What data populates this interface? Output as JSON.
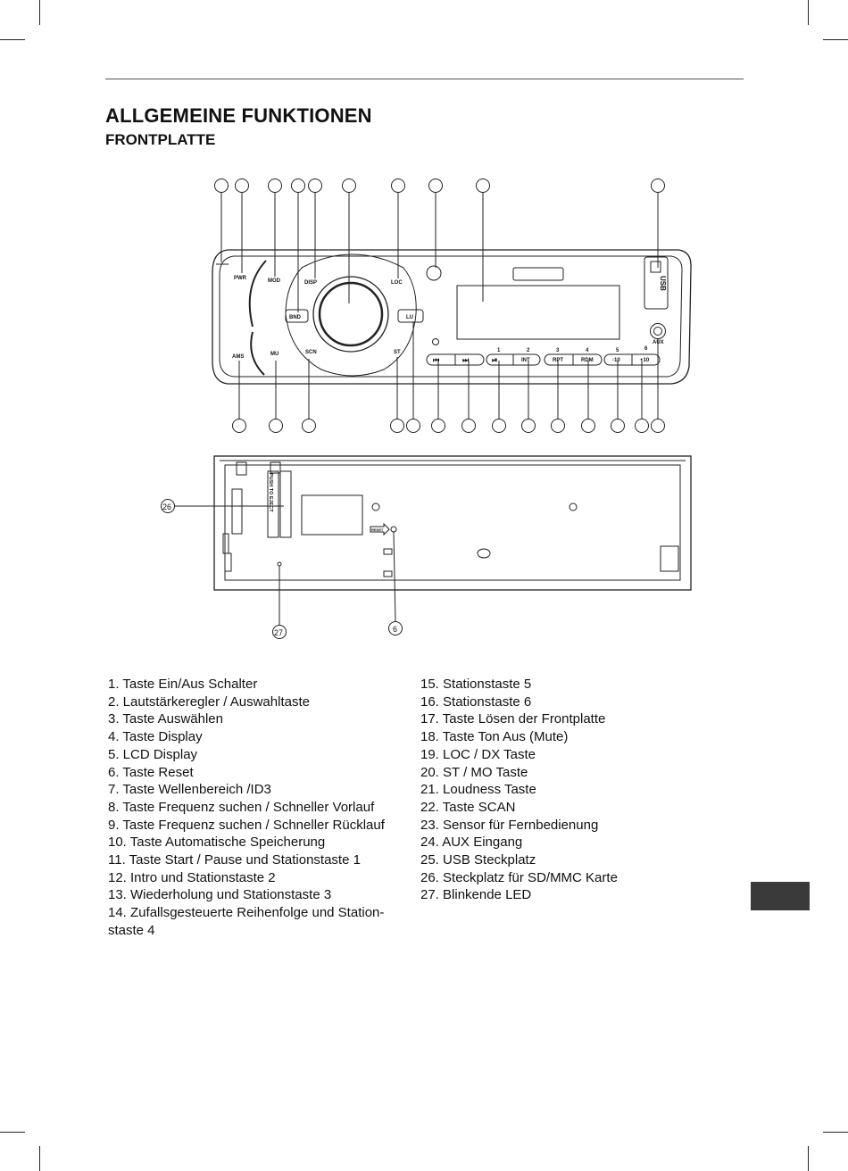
{
  "heading": {
    "title": "ALLGEMEINE FUNKTIONEN",
    "subtitle": "FRONTPLATTE"
  },
  "front_panel": {
    "button_labels": {
      "pwr": "PWR",
      "mod": "MOD",
      "disp": "DISP",
      "loc": "LOC",
      "bnd": "BND",
      "lu": "LU",
      "ams": "AMS",
      "mu": "MU",
      "scn": "SCN",
      "st": "ST",
      "usb": "USB",
      "aux": "AUX",
      "int": "INT",
      "rpt": "RPT",
      "rdm": "RDM",
      "minus10": "-10",
      "plus10": "+10",
      "prev": "⏮",
      "next": "⏭",
      "playpause": "⏯"
    },
    "preset_numbers": [
      "1",
      "2",
      "3",
      "4",
      "5",
      "6"
    ]
  },
  "back_panel": {
    "callouts": [
      "26",
      "27",
      "6"
    ],
    "slot_text": "PUSH TO EJECT",
    "reset_text": "RESET"
  },
  "legend": {
    "left": [
      "1. Taste Ein/Aus Schalter",
      "2. Lautstärkeregler / Auswahltaste",
      "3. Taste Auswählen",
      "4. Taste Display",
      "5. LCD Display",
      "6. Taste Reset",
      "7. Taste Wellenbereich /ID3",
      "8. Taste Frequenz suchen / Schneller Vorlauf",
      "9. Taste Frequenz suchen / Schneller Rücklauf",
      "10. Taste Automatische Speicherung",
      "11. Taste Start / Pause und Stationstaste 1",
      "12. Intro und Stationstaste 2",
      "13. Wiederholung und Stationstaste 3",
      "14. Zufallsgesteuerte Reihenfolge und Station-staste 4"
    ],
    "right": [
      "15. Stationstaste 5",
      "16. Stationstaste 6",
      "17. Taste Lösen der Frontplatte",
      "18. Taste Ton Aus (Mute)",
      "19. LOC / DX Taste",
      "20. ST / MO Taste",
      "21. Loudness Taste",
      "22. Taste SCAN",
      "23. Sensor für Fernbedienung",
      "24. AUX Eingang",
      "25. USB Steckplatz",
      "26. Steckplatz für SD/MMC Karte",
      "27. Blinkende LED"
    ]
  }
}
